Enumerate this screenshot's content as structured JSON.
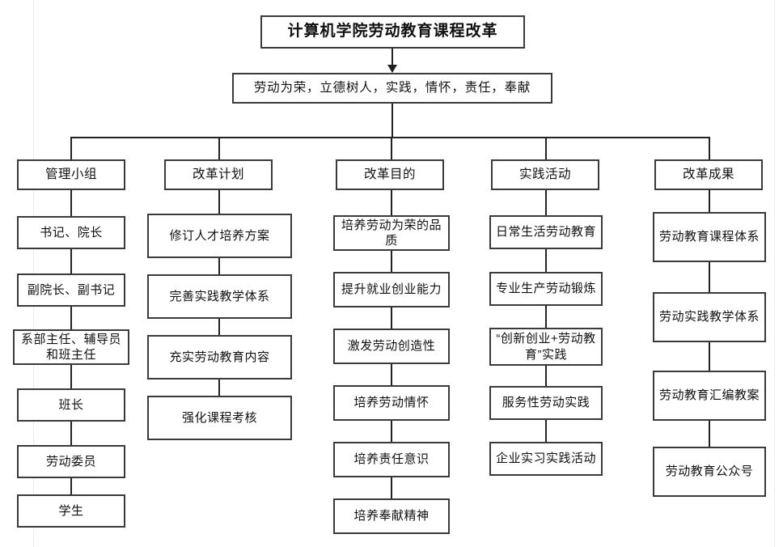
{
  "diagram": {
    "title": "计算机学院劳动教育课程改革",
    "subtitle": "劳动为荣，立德树人，实践，情怀，责任，奉献",
    "columns": [
      {
        "header": "管理小组",
        "items": [
          "书记、院长",
          "副院长、副书记",
          "系部主任、辅导员和班主任",
          "班长",
          "劳动委员",
          "学生"
        ]
      },
      {
        "header": "改革计划",
        "items": [
          "修订人才培养方案",
          "完善实践教学体系",
          "充实劳动教育内容",
          "强化课程考核"
        ]
      },
      {
        "header": "改革目的",
        "items": [
          "培养劳动为荣的品质",
          "提升就业创业能力",
          "激发劳动创造性",
          "培养劳动情怀",
          "培养责任意识",
          "培养奉献精神"
        ]
      },
      {
        "header": "实践活动",
        "items": [
          "日常生活劳动教育",
          "专业生产劳动锻炼",
          "“创新创业+劳动教育”实践",
          "服务性劳动实践",
          "企业实习实践活动"
        ]
      },
      {
        "header": "改革成果",
        "items": [
          "劳动教育课程体系",
          "劳动实践教学体系",
          "劳动教育汇编教案",
          "劳动教育公众号"
        ]
      }
    ]
  },
  "style": {
    "border_color": "#3a3a3a",
    "connector_color": "#222222",
    "background": "#ffffff",
    "text_color": "#111111"
  }
}
